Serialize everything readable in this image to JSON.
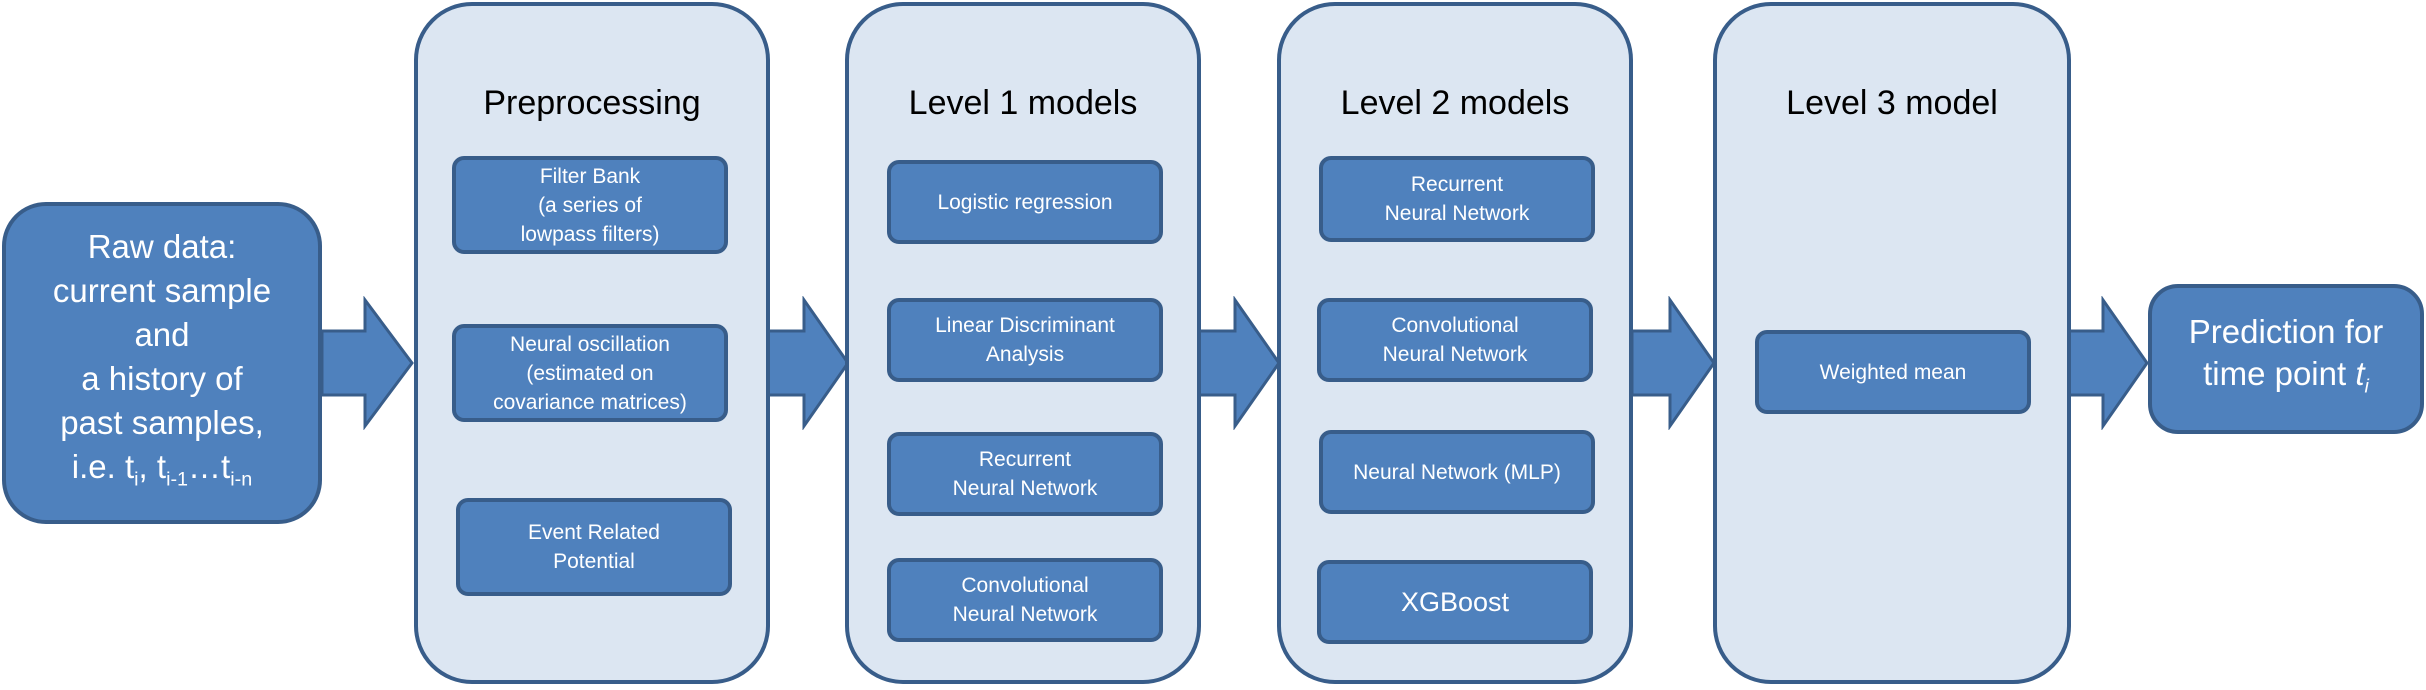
{
  "raw_data": {
    "lines": [
      "Raw data:",
      "current sample",
      "and",
      "a history of",
      "past samples,"
    ],
    "last_line_prefix": "i.e. t",
    "sub_i": "i",
    "sep1": ", t",
    "sub_i1": "i-1",
    "ellipsis": "…t",
    "sub_in": "i-n"
  },
  "panels": {
    "preprocessing": {
      "title": "Preprocessing",
      "boxes": [
        [
          "Filter Bank",
          "(a series of",
          "lowpass filters)"
        ],
        [
          "Neural oscillation",
          "(estimated on",
          "covariance matrices)"
        ],
        [
          "Event Related",
          "Potential"
        ]
      ]
    },
    "level1": {
      "title": "Level 1 models",
      "boxes": [
        [
          "Logistic regression"
        ],
        [
          "Linear Discriminant",
          "Analysis"
        ],
        [
          "Recurrent",
          "Neural Network"
        ],
        [
          "Convolutional",
          "Neural Network"
        ]
      ]
    },
    "level2": {
      "title": "Level 2 models",
      "boxes": [
        [
          "Recurrent",
          "Neural Network"
        ],
        [
          "Convolutional",
          "Neural Network"
        ],
        [
          "Neural Network (MLP)"
        ],
        [
          "XGBoost"
        ]
      ]
    },
    "level3": {
      "title": "Level 3 model",
      "boxes": [
        [
          "Weighted mean"
        ]
      ]
    }
  },
  "prediction": {
    "line1": "Prediction for",
    "line2_prefix": "time point ",
    "var": "t",
    "sub": "i"
  },
  "colors": {
    "panel_fill": "#dce6f2",
    "box_fill": "#4f81bd",
    "border": "#385d8a"
  }
}
